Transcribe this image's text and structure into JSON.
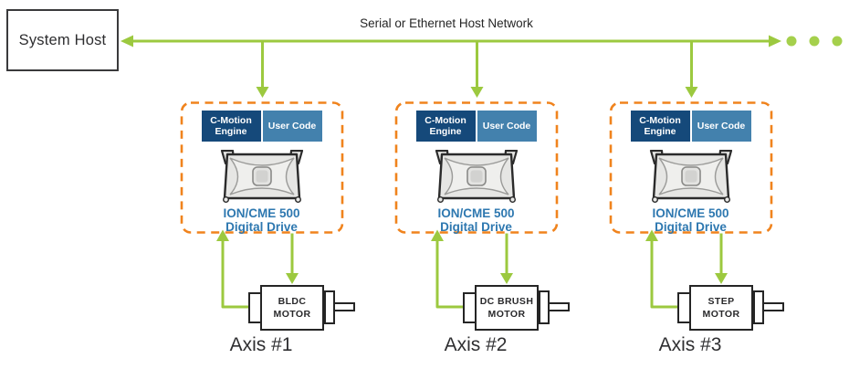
{
  "colors": {
    "accent_green": "#9cc93f",
    "dots_green": "#a5d04c",
    "dashed_orange": "#f0831d",
    "header_dark_blue": "#15497a",
    "header_light_blue": "#4381ad",
    "drive_caption_blue": "#2e78b0",
    "outline_dark": "#2b2b2b"
  },
  "icons": {
    "continuation": "ellipsis-dots",
    "drive_device": "ion-drive-module"
  },
  "host": {
    "label": "System Host"
  },
  "network": {
    "label": "Serial or Ethernet Host Network"
  },
  "axes": [
    {
      "engine_label": "C-Motion Engine",
      "user_label": "User Code",
      "drive_name": "ION/CME 500",
      "drive_type": "Digital Drive",
      "motor_label": "BLDC MOTOR",
      "axis_label": "Axis #1"
    },
    {
      "engine_label": "C-Motion Engine",
      "user_label": "User Code",
      "drive_name": "ION/CME 500",
      "drive_type": "Digital Drive",
      "motor_label": "DC BRUSH MOTOR",
      "axis_label": "Axis #2"
    },
    {
      "engine_label": "C-Motion Engine",
      "user_label": "User Code",
      "drive_name": "ION/CME 500",
      "drive_type": "Digital Drive",
      "motor_label": "STEP MOTOR",
      "axis_label": "Axis #3"
    }
  ]
}
